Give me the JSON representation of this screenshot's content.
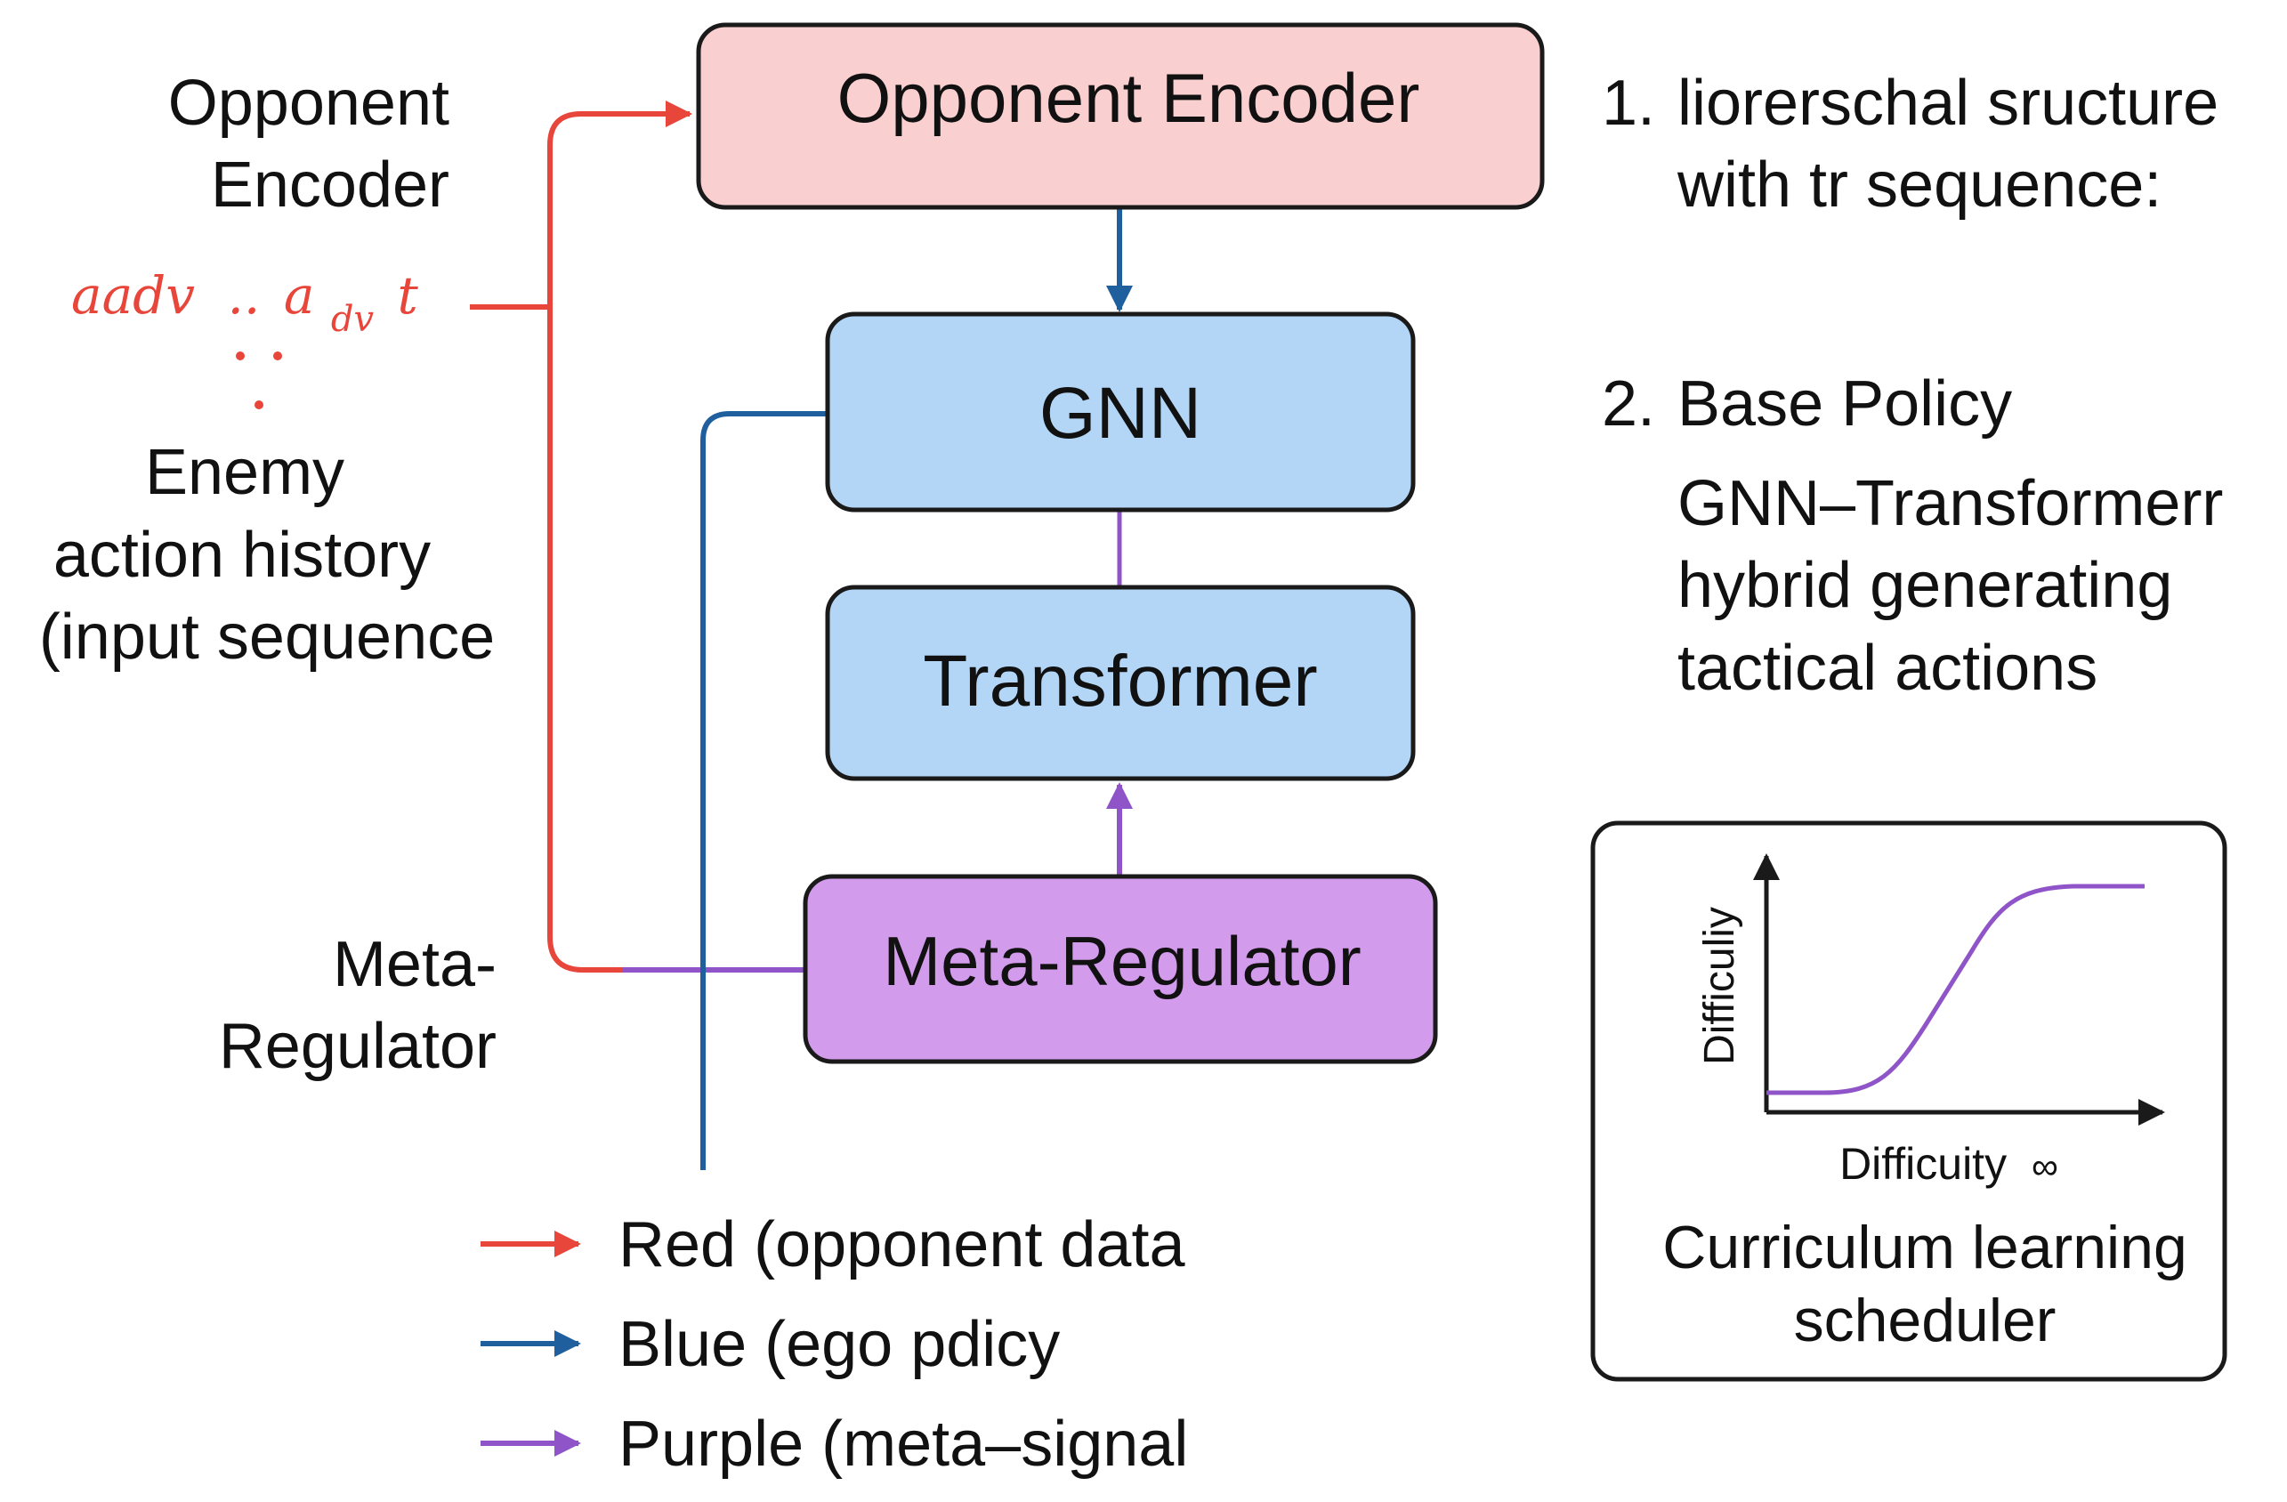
{
  "colors": {
    "red": "#e8463a",
    "blue": "#1f5f9e",
    "purple": "#8f55c8",
    "encoder_fill": "#f9cfcf",
    "gnn_fill": "#b3d6f7",
    "meta_fill": "#d39bec",
    "outline": "#1a1a1a"
  },
  "blocks": {
    "opponent_encoder": "Opponent Encoder",
    "gnn": "GNN",
    "transformer": "Transformer",
    "meta_regulator": "Meta-Regulator"
  },
  "left_labels": {
    "opponent_encoder": [
      "Opponent",
      "Encoder"
    ],
    "enemy_history": [
      "Enemy",
      "action history",
      "(input sequence"
    ],
    "meta_regulator": [
      "Meta-",
      "Regulator"
    ]
  },
  "input_sequence": {
    "first": "aadv",
    "dots": "..",
    "second_base": "a",
    "second_sub": "dv",
    "second_tail": "t"
  },
  "notes": {
    "item1": {
      "number": "1.",
      "lines": [
        "liorerschal sructure",
        "with tr sequence:"
      ]
    },
    "item2": {
      "number": "2.",
      "title": "Base Policy",
      "lines": [
        "GNN–Transformerr",
        "hybrid generating",
        "tactical actions"
      ]
    }
  },
  "scheduler": {
    "y_axis_label": "Difficuliy",
    "x_axis_label": "Difficuity",
    "x_axis_symbol": "∞",
    "caption": [
      "Curriculum learning",
      "scheduler"
    ]
  },
  "legend": [
    {
      "color": "#e8463a",
      "label": "Red (opponent data"
    },
    {
      "color": "#1f5f9e",
      "label": "Blue (ego pdicy"
    },
    {
      "color": "#8f55c8",
      "label": "Purple (meta–signal"
    }
  ]
}
